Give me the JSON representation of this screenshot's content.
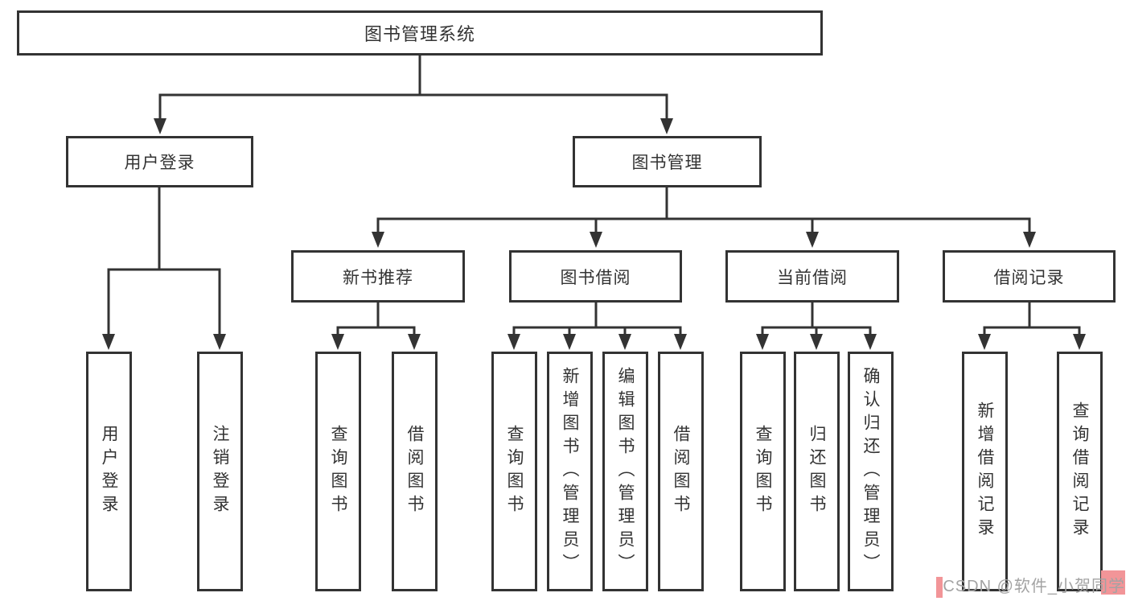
{
  "nodes": {
    "root": "图书管理系统",
    "level2": [
      "用户登录",
      "图书管理"
    ],
    "level3": [
      "新书推荐",
      "图书借阅",
      "当前借阅",
      "借阅记录"
    ],
    "leaves": [
      "用户登录",
      "注销登录",
      "查询图书",
      "借阅图书",
      "查询图书",
      "新增图书（管理员）",
      "编辑图书（管理员）",
      "借阅图书",
      "查询图书",
      "归还图书",
      "确认归还（管理员）",
      "新增借阅记录",
      "查询借阅记录"
    ]
  },
  "hierarchy": {
    "图书管理系统": {
      "用户登录": [
        "用户登录",
        "注销登录"
      ],
      "图书管理": {
        "新书推荐": [
          "查询图书",
          "借阅图书"
        ],
        "图书借阅": [
          "查询图书",
          "新增图书（管理员）",
          "编辑图书（管理员）",
          "借阅图书"
        ],
        "当前借阅": [
          "查询图书",
          "归还图书",
          "确认归还（管理员）"
        ],
        "借阅记录": [
          "新增借阅记录",
          "查询借阅记录"
        ]
      }
    }
  },
  "watermark": {
    "text": "CSDN @软件_小贺同学"
  },
  "colors": {
    "line": "#333333",
    "box_border": "#333333",
    "box_fill": "#ffffff",
    "text": "#333333",
    "watermark_text": "#a3a3a3",
    "watermark_accent": "#f29598",
    "background": "#ffffff"
  }
}
